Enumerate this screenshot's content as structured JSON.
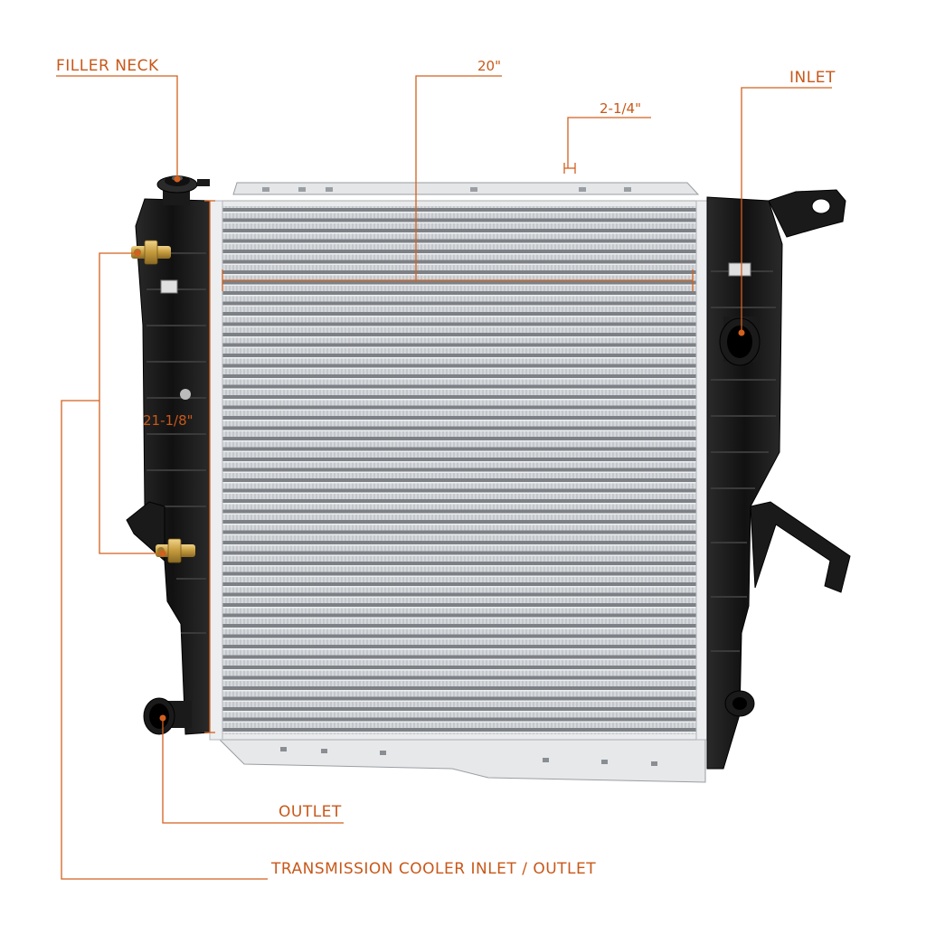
{
  "product": "aluminum radiator",
  "labels": {
    "filler_neck": "FILLER NECK",
    "inlet": "INLET",
    "outlet": "OUTLET",
    "trans_cooler": "TRANSMISSION COOLER INLET / OUTLET"
  },
  "dimensions": {
    "width": "20\"",
    "thickness": "2-1/4\"",
    "height": "21-1/8\""
  },
  "colors": {
    "accent": "#c8581a",
    "tank": "#1c1c1c",
    "core": "#c9ccd0",
    "fin": "#8e9297",
    "fitting": "#c9a24a"
  },
  "icons": [
    "filler-neck-cap-icon",
    "brass-fitting-icon",
    "hose-port-icon",
    "mounting-bracket-icon"
  ]
}
